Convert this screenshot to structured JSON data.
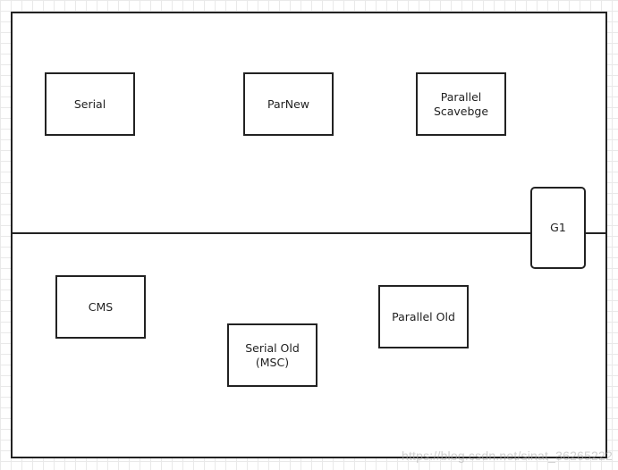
{
  "diagram": {
    "nodes": [
      {
        "id": "serial",
        "label": "Serial"
      },
      {
        "id": "parnew",
        "label": "ParNew"
      },
      {
        "id": "parallel_scavenge",
        "label": "Parallel\nScavebge"
      },
      {
        "id": "g1",
        "label": "G1"
      },
      {
        "id": "cms",
        "label": "CMS"
      },
      {
        "id": "parallel_old",
        "label": "Parallel Old"
      },
      {
        "id": "serial_old",
        "label": "Serial Old\n(MSC)"
      }
    ],
    "watermark": "https://blog.csdn.net/sinat_36265222"
  },
  "colors": {
    "stroke": "#222222",
    "background": "#ffffff",
    "grid": "#e9e9e9"
  }
}
